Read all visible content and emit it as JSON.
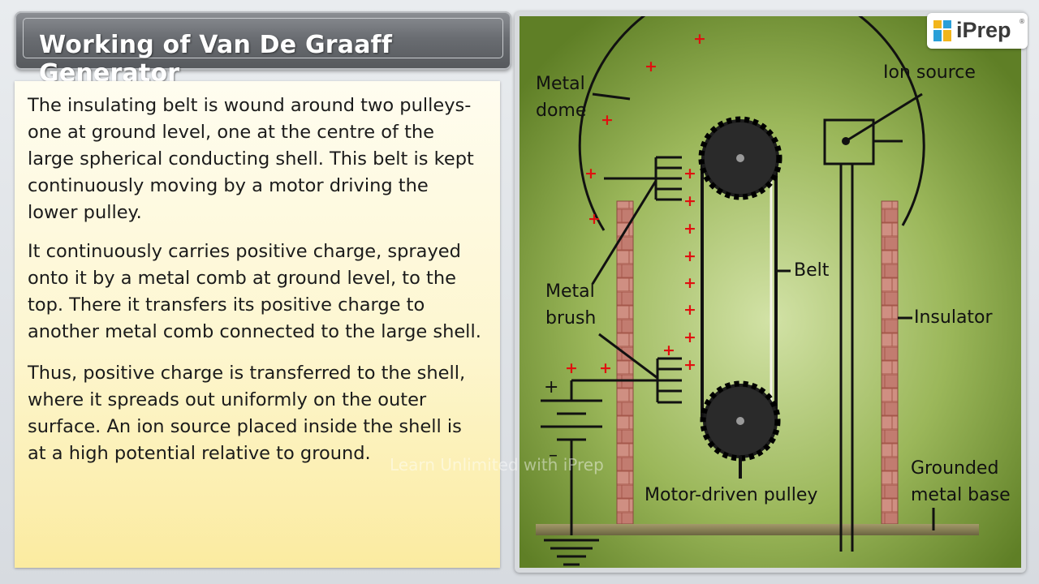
{
  "header": {
    "title": "Working of Van De Graaff Generator"
  },
  "content": {
    "paragraphs": [
      {
        "lines": [
          "The insulating belt is wound around two pulleys-",
          "one at ground level, one at the centre of the",
          "large spherical conducting shell. This belt is kept",
          "continuously moving by a motor driving the",
          "lower pulley."
        ]
      },
      {
        "lines": [
          "It continuously carries positive charge, sprayed",
          "onto it by a metal comb at ground level, to the",
          "top. There it transfers its positive charge to",
          "another metal comb connected to the large shell."
        ]
      },
      {
        "lines": [
          "Thus, positive charge is transferred to the shell,",
          "where it spreads out uniformly on the outer",
          "surface. An ion source placed inside the shell is",
          "at a high potential relative to ground."
        ]
      }
    ]
  },
  "diagram": {
    "labels": {
      "metal_dome_1": "Metal",
      "metal_dome_2": "dome",
      "ion_source": "Ion source",
      "belt": "Belt",
      "metal_brush_1": "Metal",
      "metal_brush_2": "brush",
      "insulator": "Insulator",
      "grounded_1": "Grounded",
      "grounded_2": "metal base",
      "motor_pulley": "Motor-driven pulley",
      "battery_plus": "+",
      "battery_minus": "–",
      "charge_symbol": "+"
    },
    "colors": {
      "background_center": "#c9dc9a",
      "background_edge": "#5f7f26",
      "insulator": "#c9867a",
      "charge": "#e01010"
    }
  },
  "logo": {
    "text": "iPrep",
    "registered": "®"
  },
  "watermark": {
    "text": "Learn Unlimited with iPrep"
  }
}
